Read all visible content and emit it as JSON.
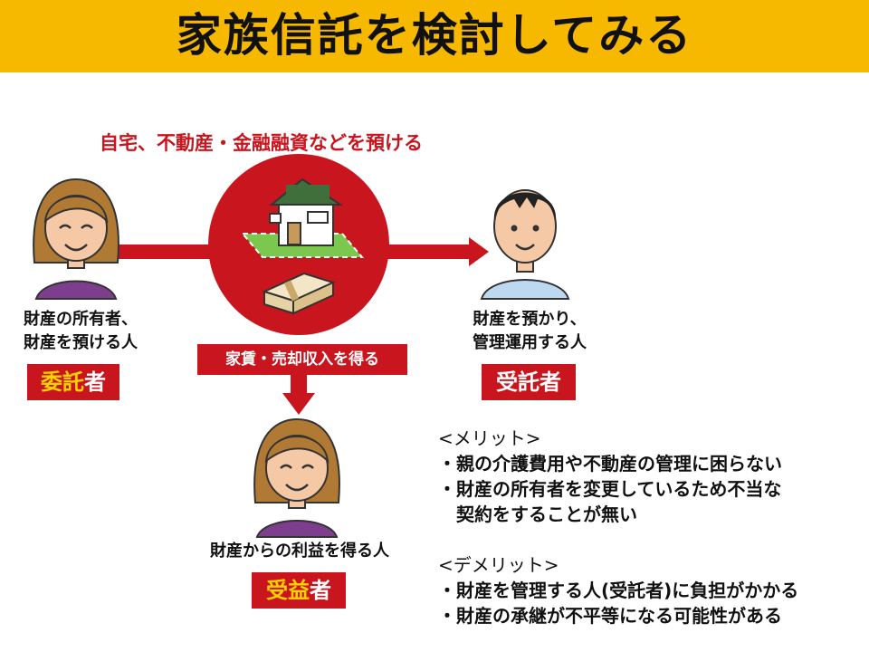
{
  "header": {
    "title": "家族信託を検討してみる",
    "color": "#f7b900"
  },
  "diagram": {
    "asset_caption": "自宅、不動産・金融融資などを預ける",
    "flow_label": "家賃・売却収入を得る",
    "accent_color": "#c9151e",
    "settlor": {
      "caption_line1": "財産の所有者、",
      "caption_line2": "財産を預ける人",
      "role_main": "委託",
      "role_suffix": "者"
    },
    "trustee": {
      "caption_line1": "財産を預かり、",
      "caption_line2": "管理運用する人",
      "role": "受託者"
    },
    "beneficiary": {
      "caption": "財産からの利益を得る人",
      "role_main": "受益",
      "role_suffix": "者"
    }
  },
  "notes": {
    "merits_heading": "<メリット>",
    "merits": [
      "・親の介護費用や不動産の管理に困らない",
      "・財産の所有者を変更しているため不当な",
      "契約をすることが無い"
    ],
    "demerits_heading": "<デメリット>",
    "demerits": [
      "・財産を管理する人(受託者)に負担がかかる",
      "・財産の承継が不平等になる可能性がある"
    ]
  }
}
